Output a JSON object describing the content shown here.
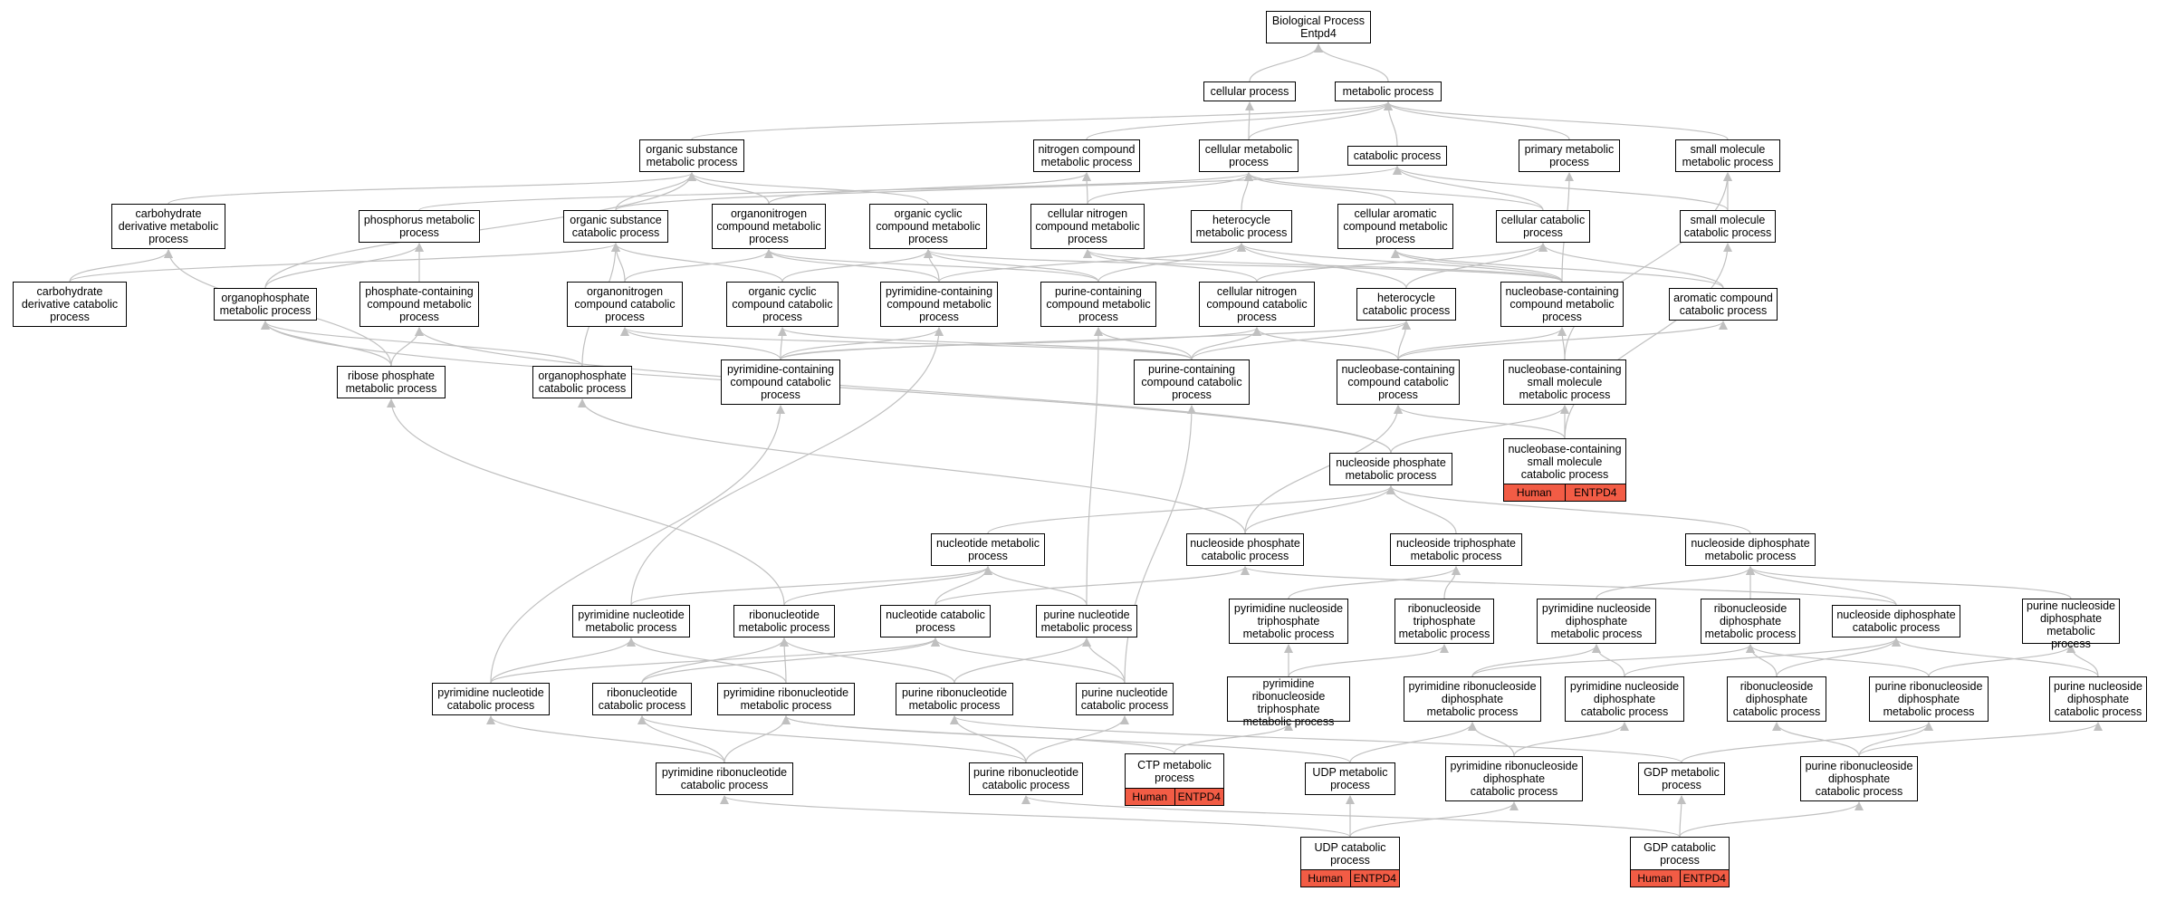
{
  "colors": {
    "edge": "#c0c0c0",
    "arrowhead": "#c0c0c0",
    "annotation": "#f25c45",
    "border": "#000000"
  },
  "nodes": [
    {
      "id": "bp",
      "label": "Biological Process\nEntpd4"
    },
    {
      "id": "cellproc",
      "label": "cellular process"
    },
    {
      "id": "metproc",
      "label": "metabolic process"
    },
    {
      "id": "osmp",
      "label": "organic substance\nmetabolic process"
    },
    {
      "id": "ncmp",
      "label": "nitrogen compound\nmetabolic process"
    },
    {
      "id": "cmp",
      "label": "cellular metabolic\nprocess"
    },
    {
      "id": "catproc",
      "label": "catabolic process"
    },
    {
      "id": "pmp",
      "label": "primary metabolic\nprocess"
    },
    {
      "id": "smmp",
      "label": "small molecule\nmetabolic process"
    },
    {
      "id": "cdmp",
      "label": "carbohydrate\nderivative metabolic\nprocess"
    },
    {
      "id": "phmp",
      "label": "phosphorus metabolic\nprocess"
    },
    {
      "id": "oscp",
      "label": "organic substance\ncatabolic process"
    },
    {
      "id": "onmp",
      "label": "organonitrogen\ncompound metabolic\nprocess"
    },
    {
      "id": "occmp",
      "label": "organic cyclic\ncompound metabolic\nprocess"
    },
    {
      "id": "cncmp",
      "label": "cellular nitrogen\ncompound metabolic\nprocess"
    },
    {
      "id": "hmp",
      "label": "heterocycle\nmetabolic process"
    },
    {
      "id": "cacmp",
      "label": "cellular aromatic\ncompound metabolic\nprocess"
    },
    {
      "id": "ccp",
      "label": "cellular catabolic\nprocess"
    },
    {
      "id": "smcp",
      "label": "small molecule\ncatabolic process"
    },
    {
      "id": "cdcp",
      "label": "carbohydrate\nderivative catabolic\nprocess"
    },
    {
      "id": "opmp",
      "label": "organophosphate\nmetabolic process"
    },
    {
      "id": "pccmp",
      "label": "phosphate-containing\ncompound metabolic\nprocess"
    },
    {
      "id": "oncp",
      "label": "organonitrogen\ncompound catabolic\nprocess"
    },
    {
      "id": "occcp",
      "label": "organic cyclic\ncompound catabolic\nprocess"
    },
    {
      "id": "pyccmp",
      "label": "pyrimidine-containing\ncompound metabolic\nprocess"
    },
    {
      "id": "puccmp",
      "label": "purine-containing\ncompound metabolic\nprocess"
    },
    {
      "id": "cnccp",
      "label": "cellular nitrogen\ncompound catabolic\nprocess"
    },
    {
      "id": "hcp",
      "label": "heterocycle\ncatabolic process"
    },
    {
      "id": "nbcmp",
      "label": "nucleobase-containing\ncompound metabolic\nprocess"
    },
    {
      "id": "accp",
      "label": "aromatic compound\ncatabolic process"
    },
    {
      "id": "rpmp",
      "label": "ribose phosphate\nmetabolic process"
    },
    {
      "id": "opcp",
      "label": "organophosphate\ncatabolic process"
    },
    {
      "id": "pycccp",
      "label": "pyrimidine-containing\ncompound catabolic\nprocess"
    },
    {
      "id": "puccp",
      "label": "purine-containing\ncompound catabolic\nprocess"
    },
    {
      "id": "nbccp",
      "label": "nucleobase-containing\ncompound catabolic\nprocess"
    },
    {
      "id": "nbsmmp",
      "label": "nucleobase-containing\nsmall molecule\nmetabolic process"
    },
    {
      "id": "nbsmcp",
      "label": "nucleobase-containing\nsmall molecule\ncatabolic process",
      "genes": [
        "Human",
        "ENTPD4"
      ]
    },
    {
      "id": "nspmp",
      "label": "nucleoside phosphate\nmetabolic process"
    },
    {
      "id": "ntmp",
      "label": "nucleotide metabolic\nprocess"
    },
    {
      "id": "nspcp",
      "label": "nucleoside phosphate\ncatabolic process"
    },
    {
      "id": "nstpmp",
      "label": "nucleoside triphosphate\nmetabolic process"
    },
    {
      "id": "nsdpmp",
      "label": "nucleoside diphosphate\nmetabolic process"
    },
    {
      "id": "pyntmp",
      "label": "pyrimidine nucleotide\nmetabolic process"
    },
    {
      "id": "rntmp",
      "label": "ribonucleotide\nmetabolic process"
    },
    {
      "id": "ntcp",
      "label": "nucleotide catabolic\nprocess"
    },
    {
      "id": "puntmp",
      "label": "purine nucleotide\nmetabolic process"
    },
    {
      "id": "pynstpmp",
      "label": "pyrimidine nucleoside\ntriphosphate\nmetabolic process"
    },
    {
      "id": "rnstpmp",
      "label": "ribonucleoside\ntriphosphate\nmetabolic process"
    },
    {
      "id": "pynsdpmp",
      "label": "pyrimidine nucleoside\ndiphosphate\nmetabolic process"
    },
    {
      "id": "rnsdpmp",
      "label": "ribonucleoside\ndiphosphate\nmetabolic process"
    },
    {
      "id": "nsdpcp",
      "label": "nucleoside diphosphate\ncatabolic process"
    },
    {
      "id": "punsdpmp",
      "label": "purine nucleoside\ndiphosphate\nmetabolic process"
    },
    {
      "id": "pyntcp",
      "label": "pyrimidine nucleotide\ncatabolic process"
    },
    {
      "id": "rntcp",
      "label": "ribonucleotide\ncatabolic process"
    },
    {
      "id": "pyrntmp",
      "label": "pyrimidine ribonucleotide\nmetabolic process"
    },
    {
      "id": "purntmp",
      "label": "purine ribonucleotide\nmetabolic process"
    },
    {
      "id": "puntcp",
      "label": "purine nucleotide\ncatabolic process"
    },
    {
      "id": "pyrnstpmp",
      "label": "pyrimidine ribonucleoside\ntriphosphate\nmetabolic process"
    },
    {
      "id": "pyrnsdpmp",
      "label": "pyrimidine ribonucleoside\ndiphosphate\nmetabolic process"
    },
    {
      "id": "pynsdpcp",
      "label": "pyrimidine nucleoside\ndiphosphate\ncatabolic process"
    },
    {
      "id": "rnsdpcp",
      "label": "ribonucleoside\ndiphosphate\ncatabolic process"
    },
    {
      "id": "purnsdpmp",
      "label": "purine ribonucleoside\ndiphosphate\nmetabolic process"
    },
    {
      "id": "punsdpcp",
      "label": "purine nucleoside\ndiphosphate\ncatabolic process"
    },
    {
      "id": "pyrntcp",
      "label": "pyrimidine ribonucleotide\ncatabolic process"
    },
    {
      "id": "purntcp",
      "label": "purine ribonucleotide\ncatabolic process"
    },
    {
      "id": "ctpmp",
      "label": "CTP metabolic\nprocess",
      "genes": [
        "Human",
        "ENTPD4"
      ]
    },
    {
      "id": "udpmp",
      "label": "UDP metabolic\nprocess"
    },
    {
      "id": "pyrnsdpcp",
      "label": "pyrimidine ribonucleoside\ndiphosphate\ncatabolic process"
    },
    {
      "id": "gdpmp",
      "label": "GDP metabolic\nprocess"
    },
    {
      "id": "purnsdpcp",
      "label": "purine ribonucleoside\ndiphosphate\ncatabolic process"
    },
    {
      "id": "udpcp",
      "label": "UDP catabolic\nprocess",
      "genes": [
        "Human",
        "ENTPD4"
      ]
    },
    {
      "id": "gdpcp",
      "label": "GDP catabolic\nprocess",
      "genes": [
        "Human",
        "ENTPD4"
      ]
    }
  ],
  "edges": [
    [
      "cellproc",
      "bp"
    ],
    [
      "metproc",
      "bp"
    ],
    [
      "cmp",
      "cellproc"
    ],
    [
      "cmp",
      "metproc"
    ],
    [
      "osmp",
      "metproc"
    ],
    [
      "ncmp",
      "metproc"
    ],
    [
      "catproc",
      "metproc"
    ],
    [
      "pmp",
      "metproc"
    ],
    [
      "smmp",
      "metproc"
    ],
    [
      "cdmp",
      "osmp"
    ],
    [
      "oscp",
      "osmp"
    ],
    [
      "onmp",
      "osmp"
    ],
    [
      "occmp",
      "osmp"
    ],
    [
      "opmp",
      "osmp"
    ],
    [
      "phmp",
      "cmp"
    ],
    [
      "cncmp",
      "cmp"
    ],
    [
      "hmp",
      "cmp"
    ],
    [
      "cacmp",
      "cmp"
    ],
    [
      "ccp",
      "cmp"
    ],
    [
      "onmp",
      "ncmp"
    ],
    [
      "cncmp",
      "ncmp"
    ],
    [
      "oscp",
      "catproc"
    ],
    [
      "ccp",
      "catproc"
    ],
    [
      "smcp",
      "catproc"
    ],
    [
      "nbcmp",
      "pmp"
    ],
    [
      "smcp",
      "smmp"
    ],
    [
      "nbsmmp",
      "smmp"
    ],
    [
      "cdcp",
      "cdmp"
    ],
    [
      "rpmp",
      "cdmp"
    ],
    [
      "opmp",
      "phmp"
    ],
    [
      "pccmp",
      "phmp"
    ],
    [
      "cdcp",
      "oscp"
    ],
    [
      "oncp",
      "oscp"
    ],
    [
      "occcp",
      "oscp"
    ],
    [
      "opcp",
      "oscp"
    ],
    [
      "oncp",
      "onmp"
    ],
    [
      "pyccmp",
      "onmp"
    ],
    [
      "puccmp",
      "onmp"
    ],
    [
      "occcp",
      "occmp"
    ],
    [
      "pyccmp",
      "occmp"
    ],
    [
      "puccmp",
      "occmp"
    ],
    [
      "nbcmp",
      "occmp"
    ],
    [
      "cnccp",
      "cncmp"
    ],
    [
      "nbcmp",
      "cncmp"
    ],
    [
      "pyccmp",
      "hmp"
    ],
    [
      "puccmp",
      "hmp"
    ],
    [
      "hcp",
      "hmp"
    ],
    [
      "nbcmp",
      "hmp"
    ],
    [
      "accp",
      "cacmp"
    ],
    [
      "nbcmp",
      "cacmp"
    ],
    [
      "cnccp",
      "ccp"
    ],
    [
      "hcp",
      "ccp"
    ],
    [
      "accp",
      "ccp"
    ],
    [
      "nbsmcp",
      "smcp"
    ],
    [
      "rpmp",
      "opmp"
    ],
    [
      "opcp",
      "opmp"
    ],
    [
      "nspmp",
      "opmp"
    ],
    [
      "rpmp",
      "pccmp"
    ],
    [
      "nspmp",
      "pccmp"
    ],
    [
      "pycccp",
      "oncp"
    ],
    [
      "puccp",
      "oncp"
    ],
    [
      "pycccp",
      "occcp"
    ],
    [
      "puccp",
      "occcp"
    ],
    [
      "pycccp",
      "pyccmp"
    ],
    [
      "pyntmp",
      "pyccmp"
    ],
    [
      "pyntcp",
      "pycccp"
    ],
    [
      "puccp",
      "puccmp"
    ],
    [
      "puntmp",
      "puccmp"
    ],
    [
      "puntcp",
      "puccp"
    ],
    [
      "pycccp",
      "cnccp"
    ],
    [
      "puccp",
      "cnccp"
    ],
    [
      "nbccp",
      "cnccp"
    ],
    [
      "pycccp",
      "hcp"
    ],
    [
      "puccp",
      "hcp"
    ],
    [
      "nbccp",
      "hcp"
    ],
    [
      "nbccp",
      "nbcmp"
    ],
    [
      "nbsmmp",
      "nbcmp"
    ],
    [
      "nbccp",
      "accp"
    ],
    [
      "nbsmcp",
      "nbccp"
    ],
    [
      "nbsmcp",
      "nbsmmp"
    ],
    [
      "nspmp",
      "nbsmmp"
    ],
    [
      "nspcp",
      "nbccp"
    ],
    [
      "nspcp",
      "opcp"
    ],
    [
      "ntmp",
      "nspmp"
    ],
    [
      "nspcp",
      "nspmp"
    ],
    [
      "nstpmp",
      "nspmp"
    ],
    [
      "nsdpmp",
      "nspmp"
    ],
    [
      "ntcp",
      "nspcp"
    ],
    [
      "nsdpcp",
      "nspcp"
    ],
    [
      "pyntmp",
      "ntmp"
    ],
    [
      "rntmp",
      "ntmp"
    ],
    [
      "ntcp",
      "ntmp"
    ],
    [
      "puntmp",
      "ntmp"
    ],
    [
      "rntmp",
      "rpmp"
    ],
    [
      "pynstpmp",
      "nstpmp"
    ],
    [
      "rnstpmp",
      "nstpmp"
    ],
    [
      "pynsdpmp",
      "nsdpmp"
    ],
    [
      "rnsdpmp",
      "nsdpmp"
    ],
    [
      "nsdpcp",
      "nsdpmp"
    ],
    [
      "punsdpmp",
      "nsdpmp"
    ],
    [
      "pyntcp",
      "pyntmp"
    ],
    [
      "pyrntmp",
      "pyntmp"
    ],
    [
      "rntcp",
      "rntmp"
    ],
    [
      "pyrntmp",
      "rntmp"
    ],
    [
      "purntmp",
      "rntmp"
    ],
    [
      "pyntcp",
      "ntcp"
    ],
    [
      "rntcp",
      "ntcp"
    ],
    [
      "puntcp",
      "ntcp"
    ],
    [
      "purntmp",
      "puntmp"
    ],
    [
      "puntcp",
      "puntmp"
    ],
    [
      "pyrnstpmp",
      "pynstpmp"
    ],
    [
      "pyrnstpmp",
      "rnstpmp"
    ],
    [
      "pyrnsdpmp",
      "pynsdpmp"
    ],
    [
      "pynsdpcp",
      "pynsdpmp"
    ],
    [
      "pyrnsdpmp",
      "rnsdpmp"
    ],
    [
      "rnsdpcp",
      "rnsdpmp"
    ],
    [
      "purnsdpmp",
      "rnsdpmp"
    ],
    [
      "pynsdpcp",
      "nsdpcp"
    ],
    [
      "rnsdpcp",
      "nsdpcp"
    ],
    [
      "punsdpcp",
      "nsdpcp"
    ],
    [
      "purnsdpmp",
      "punsdpmp"
    ],
    [
      "punsdpcp",
      "punsdpmp"
    ],
    [
      "pyrntcp",
      "pyntcp"
    ],
    [
      "pyrntcp",
      "rntcp"
    ],
    [
      "pyrntcp",
      "pyrntmp"
    ],
    [
      "purntcp",
      "rntcp"
    ],
    [
      "purntcp",
      "purntmp"
    ],
    [
      "purntcp",
      "puntcp"
    ],
    [
      "ctpmp",
      "pyrnstpmp"
    ],
    [
      "ctpmp",
      "pyrntmp"
    ],
    [
      "udpmp",
      "pyrnsdpmp"
    ],
    [
      "udpmp",
      "pyrntmp"
    ],
    [
      "pyrnsdpcp",
      "pyrnsdpmp"
    ],
    [
      "pyrnsdpcp",
      "pynsdpcp"
    ],
    [
      "gdpmp",
      "purnsdpmp"
    ],
    [
      "gdpmp",
      "purntmp"
    ],
    [
      "purnsdpcp",
      "purnsdpmp"
    ],
    [
      "purnsdpcp",
      "punsdpcp"
    ],
    [
      "purnsdpcp",
      "rnsdpcp"
    ],
    [
      "udpcp",
      "udpmp"
    ],
    [
      "udpcp",
      "pyrnsdpcp"
    ],
    [
      "udpcp",
      "pyrntcp"
    ],
    [
      "gdpcp",
      "gdpmp"
    ],
    [
      "gdpcp",
      "purnsdpcp"
    ],
    [
      "gdpcp",
      "purntcp"
    ]
  ]
}
